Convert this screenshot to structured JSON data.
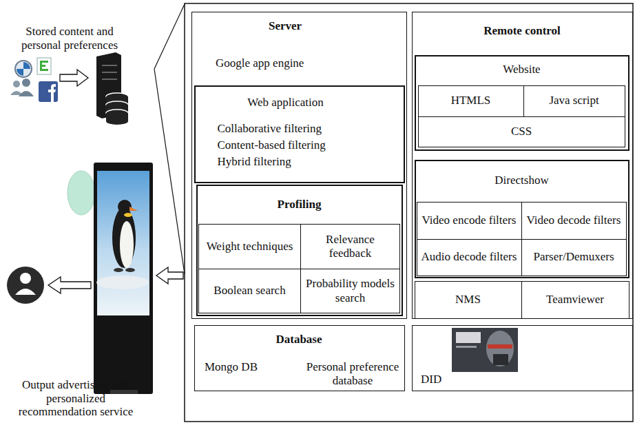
{
  "diagram": {
    "nodes": [
      {
        "text": [
          "Server",
          "Google app engine"
        ]
      },
      {
        "text": [
          "Web application",
          "Collaborative filtering",
          "Content-based filtering",
          "Hybrid filtering"
        ],
        "in": 0
      },
      {
        "text": [
          "Profiling"
        ],
        "in": 0
      },
      {
        "text": [
          "Weight techniques"
        ],
        "in": 2
      },
      {
        "text": [
          "Relevance feedback"
        ],
        "in": 2
      },
      {
        "text": [
          "Boolean search"
        ],
        "in": 2
      },
      {
        "text": [
          "Probability models search"
        ],
        "in": 2
      },
      {
        "text": [
          "Database",
          "Mongo DB",
          "Personal preference database"
        ]
      },
      {
        "text": [
          "Remote control"
        ]
      },
      {
        "text": [
          "Website"
        ],
        "in": 8
      },
      {
        "text": [
          "HTMLS"
        ],
        "in": 9
      },
      {
        "text": [
          "Java script"
        ],
        "in": 9
      },
      {
        "text": [
          "CSS"
        ],
        "in": 9
      },
      {
        "text": [
          "Directshow"
        ],
        "in": 8
      },
      {
        "text": [
          "Video encode filters"
        ],
        "in": 13
      },
      {
        "text": [
          "Video decode filters"
        ],
        "in": 13
      },
      {
        "text": [
          "Audio decode filters"
        ],
        "in": 13
      },
      {
        "text": [
          "Parser/Demuxers"
        ],
        "in": 13
      },
      {
        "text": [
          "NMS"
        ],
        "in": 8
      },
      {
        "text": [
          "Teamviewer"
        ],
        "in": 8
      },
      {
        "text": [
          "DID"
        ]
      }
    ],
    "labels": [
      "Stored content and personal preferences",
      "Output advertising and personalized recommendation service"
    ]
  }
}
